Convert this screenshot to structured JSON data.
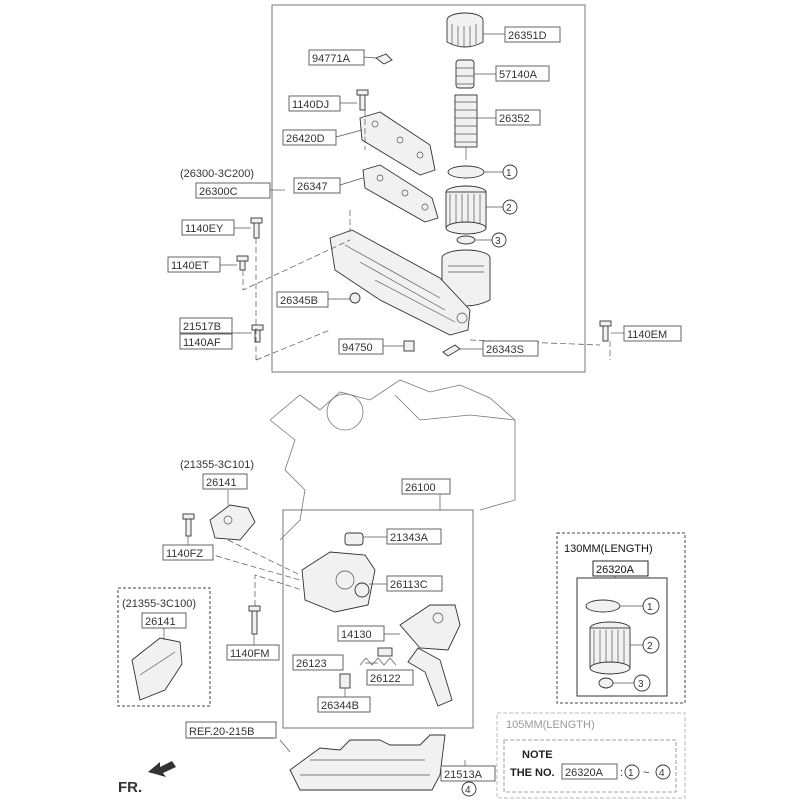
{
  "labels": {
    "l_26351D": "26351D",
    "l_94771A": "94771A",
    "l_57140A": "57140A",
    "l_1140DJ": "1140DJ",
    "l_26352": "26352",
    "l_26420D": "26420D",
    "l_26300_alt": "(26300-3C200)",
    "l_26300C": "26300C",
    "l_26347": "26347",
    "l_1140EY": "1140EY",
    "l_1140ET": "1140ET",
    "l_26345B": "26345B",
    "l_21517B": "21517B",
    "l_1140AF": "1140AF",
    "l_94750": "94750",
    "l_26343S": "26343S",
    "l_1140EM": "1140EM",
    "l_21355_101": "(21355-3C101)",
    "l_26141a": "26141",
    "l_26100": "26100",
    "l_1140FZ": "1140FZ",
    "l_21343A": "21343A",
    "l_26113C": "26113C",
    "l_21355_100": "(21355-3C100)",
    "l_26141b": "26141",
    "l_14130": "14130",
    "l_1140FM": "1140FM",
    "l_26123": "26123",
    "l_26122": "26122",
    "l_26344B": "26344B",
    "l_ref": "REF.20-215B",
    "l_21513A": "21513A",
    "fr": "FR."
  },
  "callouts": {
    "n1": "1",
    "n2": "2",
    "n3": "3",
    "n4": "4",
    "k1": "1",
    "k2": "2",
    "k3": "3",
    "note1": "1",
    "note4": "4"
  },
  "kit_130": {
    "length_label": "130MM(LENGTH)",
    "part_no": "26320A"
  },
  "kit_105": {
    "length_label": "105MM(LENGTH)",
    "note_title": "NOTE",
    "note_prefix": "THE NO.",
    "note_part": "26320A",
    "note_sep": ":",
    "note_tilde": "~"
  },
  "colors": {
    "line": "#555555",
    "part_fill": "#f1f1f1",
    "text": "#333333"
  }
}
